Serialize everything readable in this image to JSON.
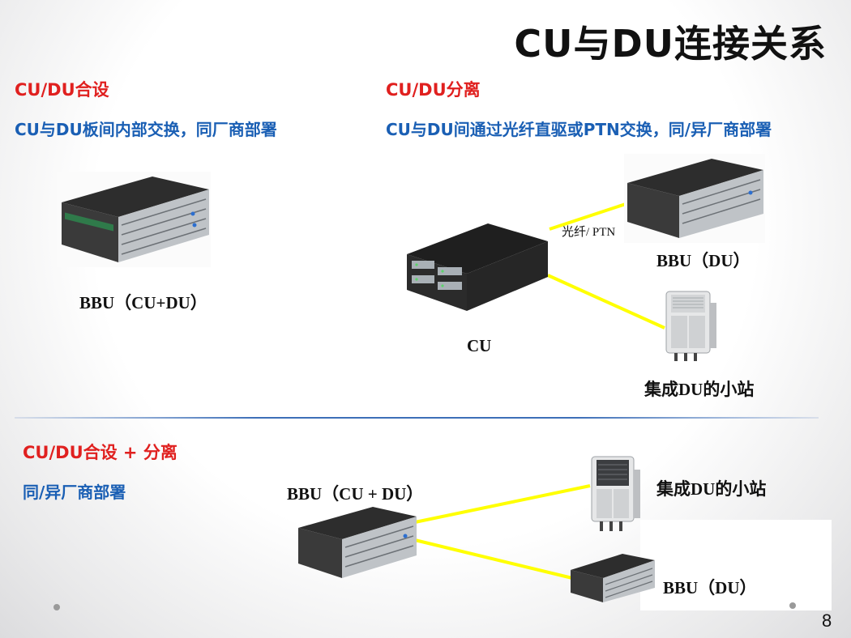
{
  "title": "CU与DU连接关系",
  "left_section": {
    "heading": "CU/DU合设",
    "description": "CU与DU板间内部交换，同厂商部署",
    "device_label": "BBU（CU+DU）"
  },
  "right_section": {
    "heading": "CU/DU分离",
    "description": "CU与DU间通过光纤直驱或PTN交换，同/异厂商部署",
    "link_label": "光纤/ PTN",
    "du_label": "BBU（DU）",
    "cu_label": "CU",
    "small_cell_label": "集成DU的小站"
  },
  "bottom_section": {
    "heading": "CU/DU合设 + 分离",
    "description": "同/异厂商部署",
    "bbu_label": "BBU（CU + DU）",
    "small_cell_label": "集成DU的小站",
    "du_label": "BBU（DU）"
  },
  "page_number": "8",
  "colors": {
    "heading": "#e0201f",
    "description": "#1a5fb4",
    "link": "#ffff00"
  }
}
